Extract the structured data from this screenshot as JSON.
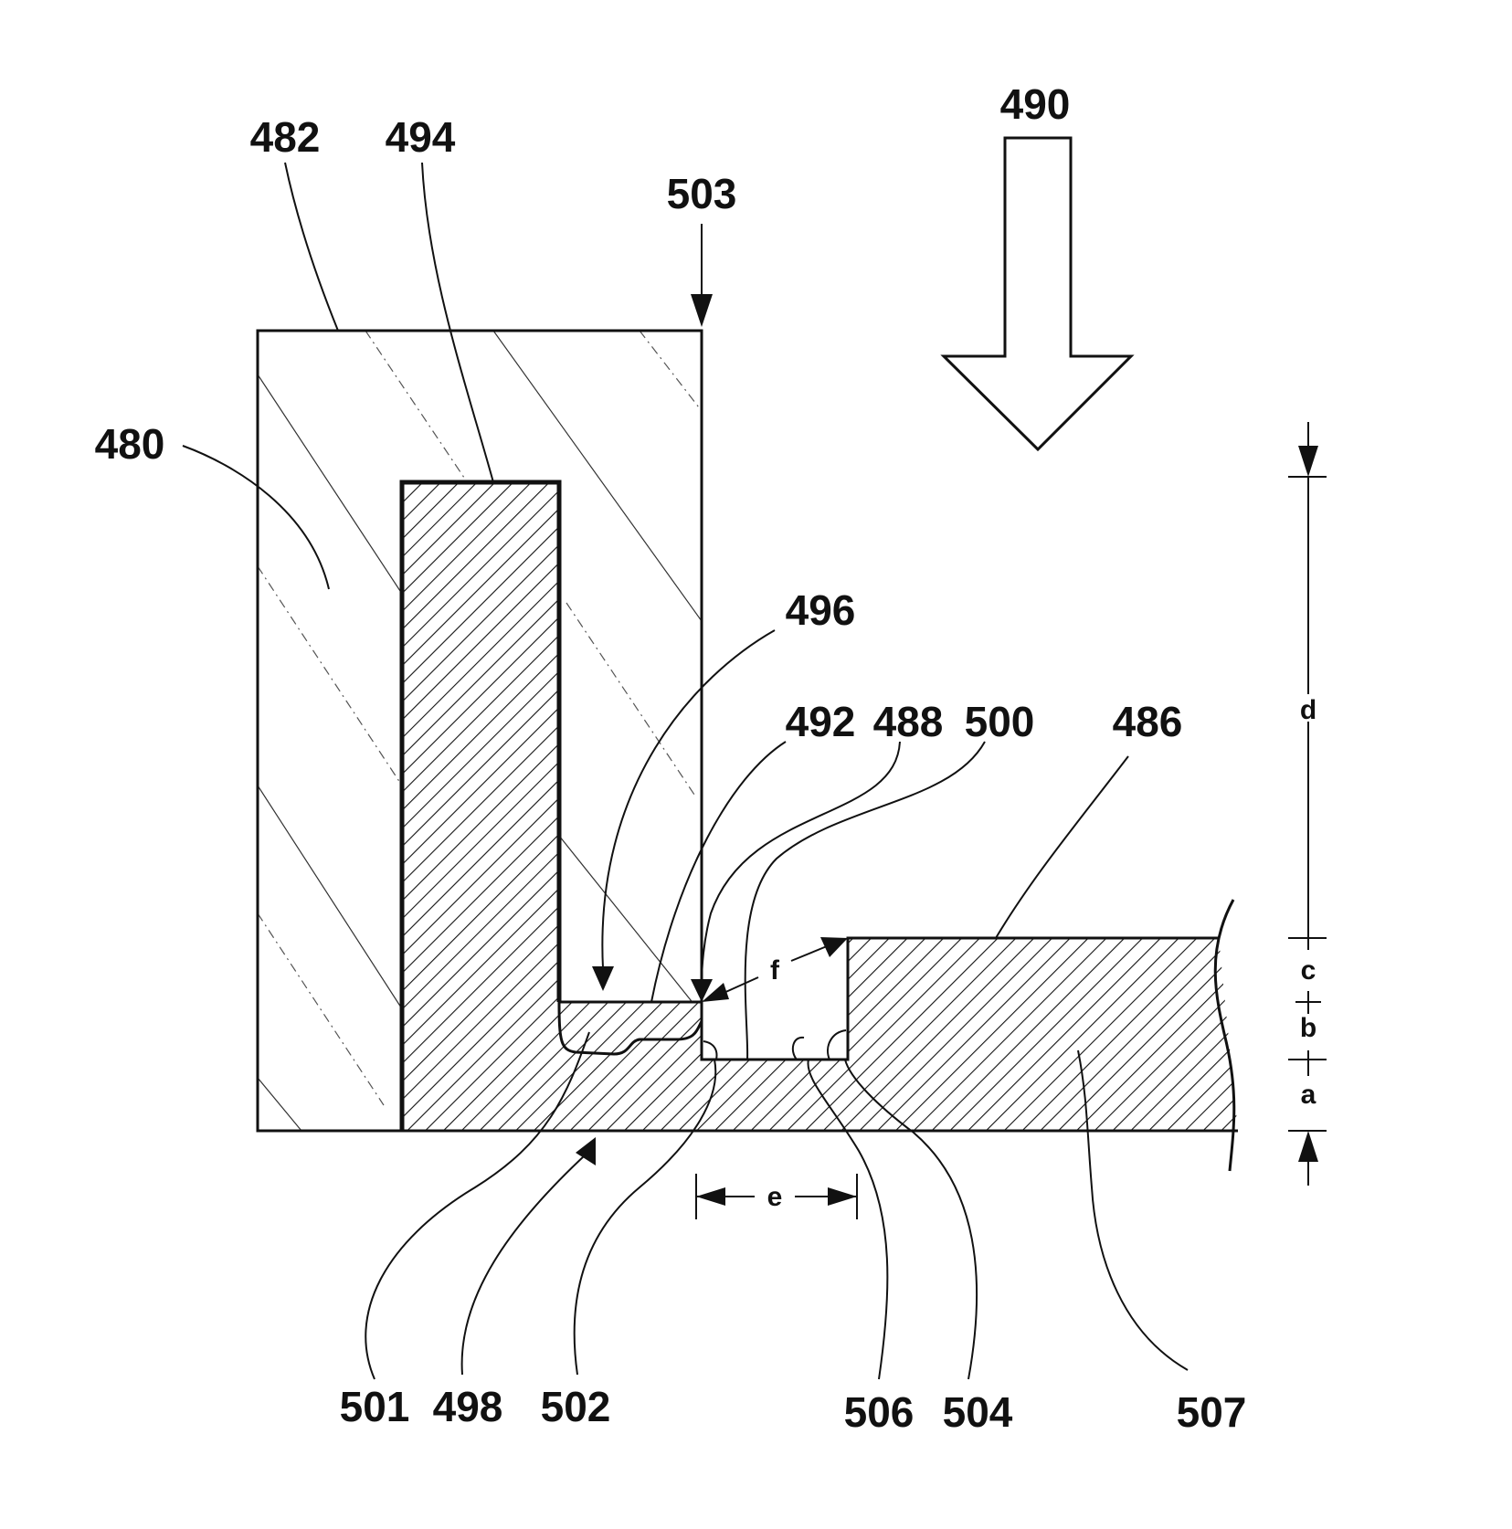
{
  "labels": {
    "l480": "480",
    "l482": "482",
    "l486": "486",
    "l488": "488",
    "l490": "490",
    "l492": "492",
    "l494": "494",
    "l496": "496",
    "l498": "498",
    "l500": "500",
    "l501": "501",
    "l502": "502",
    "l503": "503",
    "l504": "504",
    "l506": "506",
    "l507": "507"
  },
  "dimensions": {
    "a": "a",
    "b": "b",
    "c": "c",
    "d": "d",
    "e": "e",
    "f": "f"
  }
}
